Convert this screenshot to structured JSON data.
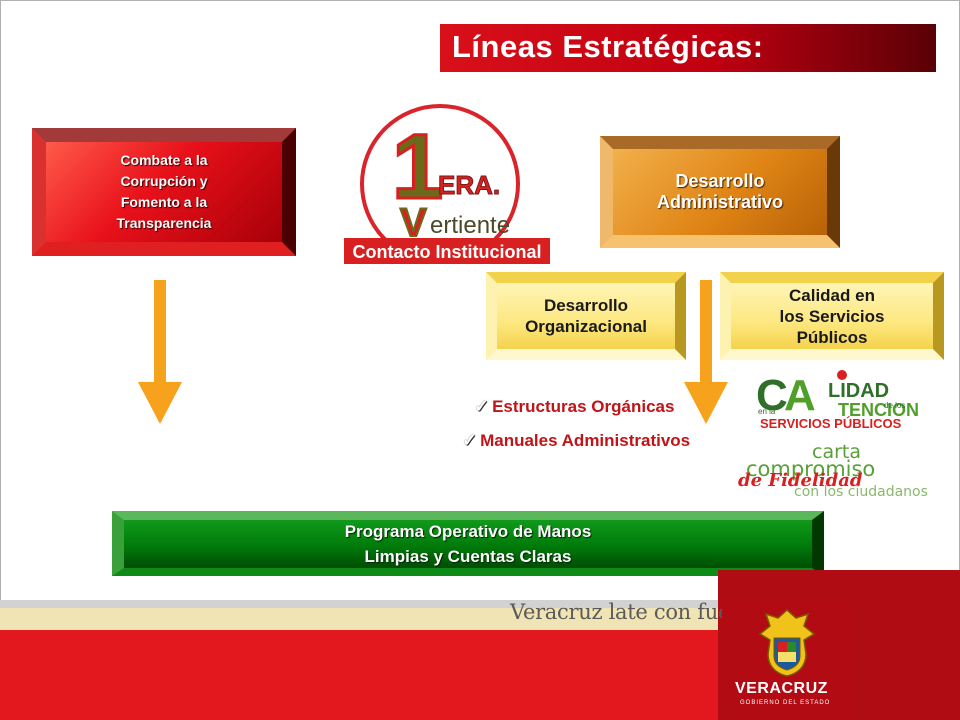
{
  "title": "Líneas Estratégicas:",
  "boxes": {
    "corrupcion": "Combate a la\nCorrupción y\nFomento a la\nTransparencia",
    "desarrollo_administrativo": "Desarrollo\nAdministrativo",
    "desarrollo_organizacional": "Desarrollo\nOrganizacional",
    "calidad_servicios": "Calidad en\nlos Servicios\nPúblicos",
    "programa": "Programa Operativo de Manos\nLimpias y Cuentas Claras"
  },
  "checklist": [
    "Estructuras Orgánicas",
    "Manuales Administrativos"
  ],
  "vertiente_logo": {
    "number": "1",
    "ordinal": "ERA.",
    "word": "ertiente",
    "initial": "V",
    "banner": "Contacto Institucional"
  },
  "calidad_logo": {
    "c": "C",
    "a": "A",
    "lidad": "LIDAD",
    "tencion": "TENCION",
    "en_la": "en la",
    "de_los": "de los",
    "servicios": "SERVICIOS PÚBLICOS"
  },
  "carta_logo": {
    "carta": "carta",
    "compromiso": "compromiso",
    "fidelidad": "de Fidelidad",
    "ciudadanos": "con los ciudadanos"
  },
  "footer": {
    "slogan": "Veracruz late con fuerza",
    "state_name": "VERACRUZ",
    "state_sub": "GOBIERNO DEL ESTADO"
  },
  "colors": {
    "title_red": "#d8101a",
    "red_box": "#e8101a",
    "orange_box": "#df8414",
    "yellow_box": "#fde880",
    "green_box": "#007a0a",
    "arrow_orange": "#f7a21c",
    "footer_red": "#e3171e"
  }
}
